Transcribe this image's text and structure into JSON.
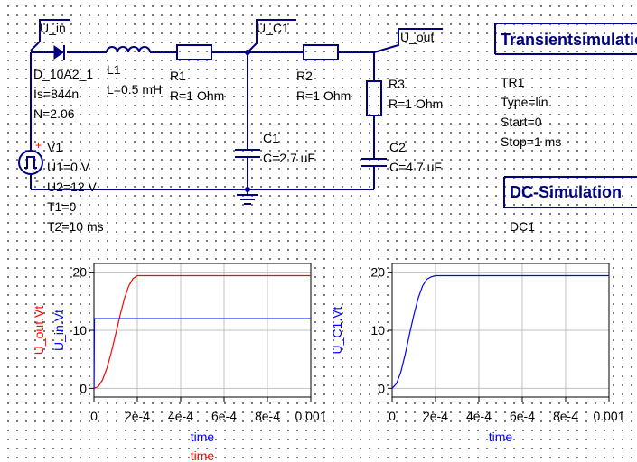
{
  "nodes": {
    "u_in": "U_in",
    "u_c1": "U_C1",
    "u_out": "U_out"
  },
  "diode": {
    "name": "D_10A2_1",
    "is": "Is=844n",
    "n": "N=2.06"
  },
  "inductor": {
    "name": "L1",
    "value": "L=0.5 mH"
  },
  "r1": {
    "name": "R1",
    "value": "R=1 Ohm"
  },
  "r2": {
    "name": "R2",
    "value": "R=1 Ohm"
  },
  "r3": {
    "name": "R3",
    "value": "R=1 Ohm"
  },
  "c1": {
    "name": "C1",
    "value": "C=2.7 uF"
  },
  "c2": {
    "name": "C2",
    "value": "C=4.7 uF"
  },
  "v1": {
    "name": "V1",
    "u1": "U1=0 V",
    "u2": "U2=12 V",
    "t1": "T1=0",
    "t2": "T2=10 ms",
    "plus": "+",
    "minus": "-"
  },
  "transient": {
    "title": "Transientsimulation",
    "id": "TR1",
    "type": "Type=lin",
    "start": "Start=0",
    "stop": "Stop=1 ms"
  },
  "dc": {
    "title": "DC-Simulation",
    "id": "DC1"
  },
  "colors": {
    "wire": "#000080",
    "red": "#ff0000",
    "blue": "#0000ff",
    "grid": "#c0c0c0"
  },
  "chart_data": [
    {
      "type": "line",
      "xlabel": [
        "time",
        "time"
      ],
      "ylabel": [
        "U_out.Vt",
        "U_in.Vt"
      ],
      "xlim": [
        0,
        0.001
      ],
      "ylim": [
        -1.5,
        21.5
      ],
      "xticks": [
        "0",
        "2e-4",
        "4e-4",
        "6e-4",
        "8e-4",
        "0.001"
      ],
      "yticks": [
        "0",
        "10",
        "20"
      ],
      "series": [
        {
          "name": "U_out.Vt",
          "color": "#ff0000",
          "x": [
            0,
            2e-05,
            4e-05,
            6e-05,
            8e-05,
            0.0001,
            0.00012,
            0.00014,
            0.00016,
            0.00018,
            0.0002,
            0.00022,
            0.0003,
            0.001
          ],
          "y": [
            0,
            0.3,
            1.5,
            3.5,
            6.2,
            9.3,
            12.5,
            15.4,
            17.6,
            18.9,
            19.4,
            19.4,
            19.4,
            19.4
          ]
        },
        {
          "name": "U_in.Vt",
          "color": "#0000ff",
          "x": [
            0,
            5e-07,
            1e-06,
            2e-06,
            3e-06,
            0.001
          ],
          "y": [
            0,
            0,
            3,
            12,
            12,
            12
          ]
        }
      ]
    },
    {
      "type": "line",
      "xlabel": [
        "time"
      ],
      "ylabel": [
        "U_C1.Vt"
      ],
      "xlim": [
        0,
        0.001
      ],
      "ylim": [
        -1.5,
        21.5
      ],
      "xticks": [
        "0",
        "2e-4",
        "4e-4",
        "6e-4",
        "8e-4",
        "0.001"
      ],
      "yticks": [
        "0",
        "10",
        "20"
      ],
      "series": [
        {
          "name": "U_C1.Vt",
          "color": "#0000ff",
          "x": [
            0,
            2e-05,
            4e-05,
            6e-05,
            8e-05,
            0.0001,
            0.00012,
            0.00014,
            0.00016,
            0.00018,
            0.0002,
            0.00022,
            0.0003,
            0.001
          ],
          "y": [
            0,
            0.8,
            2.8,
            5.8,
            9.3,
            12.6,
            15.5,
            17.6,
            18.8,
            19.2,
            19.4,
            19.4,
            19.4,
            19.4
          ]
        }
      ]
    }
  ]
}
